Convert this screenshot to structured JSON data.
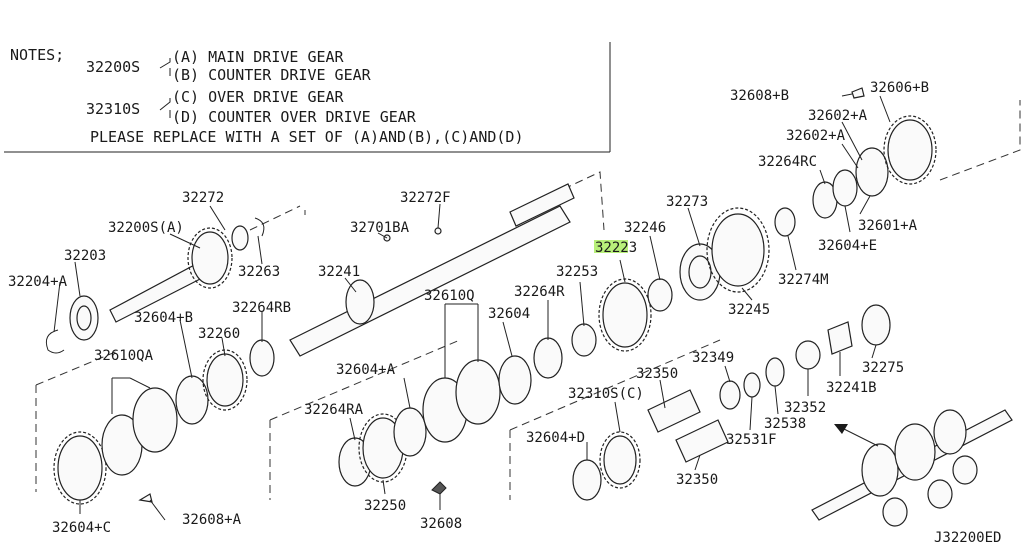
{
  "notes": {
    "heading": "NOTES;",
    "group1_code": "32200S",
    "line_a": "(A) MAIN DRIVE GEAR",
    "line_b": "(B) COUNTER DRIVE GEAR",
    "group2_code": "32310S",
    "line_c": "(C) OVER DRIVE GEAR",
    "line_d": "(D) COUNTER OVER DRIVE GEAR",
    "line_replace": "PLEASE REPLACE WITH A SET OF   (A)AND(B),(C)AND(D)"
  },
  "labels": {
    "p32608B": "32608+B",
    "p32606B": "32606+B",
    "p32602A_1": "32602+A",
    "p32602A_2": "32602+A",
    "p32264RC": "32264RC",
    "p32601A": "32601+A",
    "p32604E": "32604+E",
    "p32273": "32273",
    "p32274M": "32274M",
    "p32246": "32246",
    "p32223": "32223",
    "p32245": "32245",
    "p32253": "32253",
    "p32264R": "32264R",
    "p32272": "32272",
    "p32272F": "32272F",
    "p32200SA": "32200S(A)",
    "p32701BA": "32701BA",
    "p32263": "32263",
    "p32203": "32203",
    "p32204A": "32204+A",
    "p32241": "32241",
    "p32604B": "32604+B",
    "p32260": "32260",
    "p32264RB": "32264RB",
    "p32610Q": "32610Q",
    "p32604": "32604",
    "p32610QA": "32610QA",
    "p32604A": "32604+A",
    "p32349": "32349",
    "p32350_1": "32350",
    "p32310SC": "32310S(C)",
    "p32352": "32352",
    "p32241B": "32241B",
    "p32275": "32275",
    "p32538": "32538",
    "p32531F": "32531F",
    "p32264RA": "32264RA",
    "p32604D": "32604+D",
    "p32350_2": "32350",
    "p32250": "32250",
    "p32608": "32608",
    "p32604C": "32604+C",
    "p32608A": "32608+A",
    "diagram_code": "J32200ED"
  },
  "colors": {
    "highlight": "#b8f07a",
    "ink": "#1a1a1a"
  }
}
